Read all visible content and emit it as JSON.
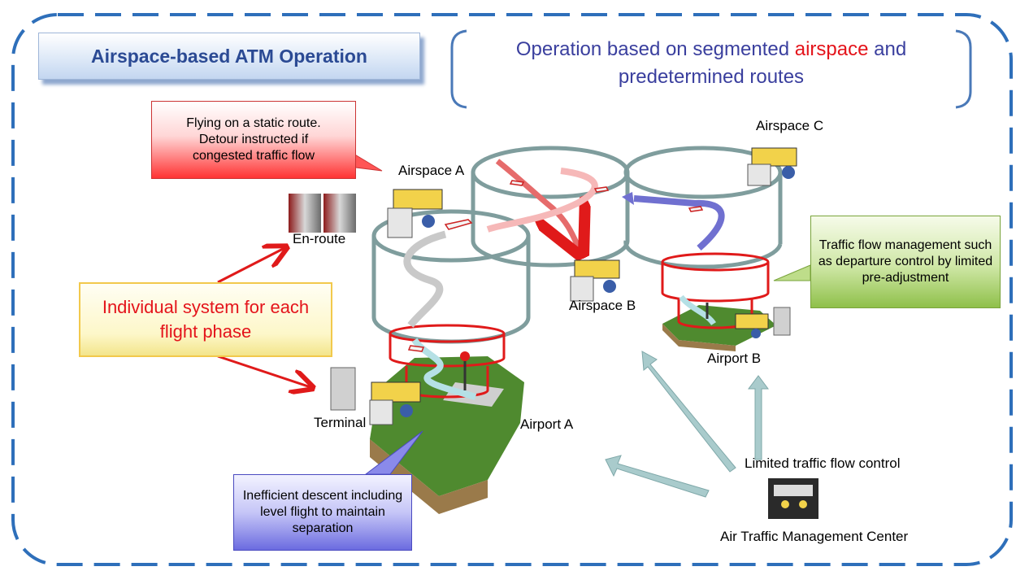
{
  "title": "Airspace-based ATM Operation",
  "subtitle": {
    "before": "Operation based on segmented ",
    "highlight": "airspace",
    "after": " and predetermined routes"
  },
  "callouts": {
    "static_route": "Flying on a static route. Detour instructed if congested traffic flow",
    "traffic_flow_mgmt": "Traffic flow management such as departure control by limited pre-adjustment",
    "inefficient_descent": "Inefficient descent including level flight to maintain separation",
    "individual_system": "Individual system for each flight phase"
  },
  "labels": {
    "airspace_a": "Airspace A",
    "airspace_b": "Airspace B",
    "airspace_c": "Airspace C",
    "en_route": "En-route",
    "terminal": "Terminal",
    "airport_a": "Airport A",
    "airport_b": "Airport B",
    "limited_control": "Limited traffic flow control",
    "atm_center": "Air Traffic Management Center"
  },
  "colors": {
    "frame": "#2e6fba",
    "title_text": "#2b4a94",
    "subtitle_text": "#3a3f9e",
    "highlight": "#e4141b",
    "cylinder": "#7f9d9d",
    "tower": "#e01a1a",
    "arrow": "#a9cbcc"
  }
}
